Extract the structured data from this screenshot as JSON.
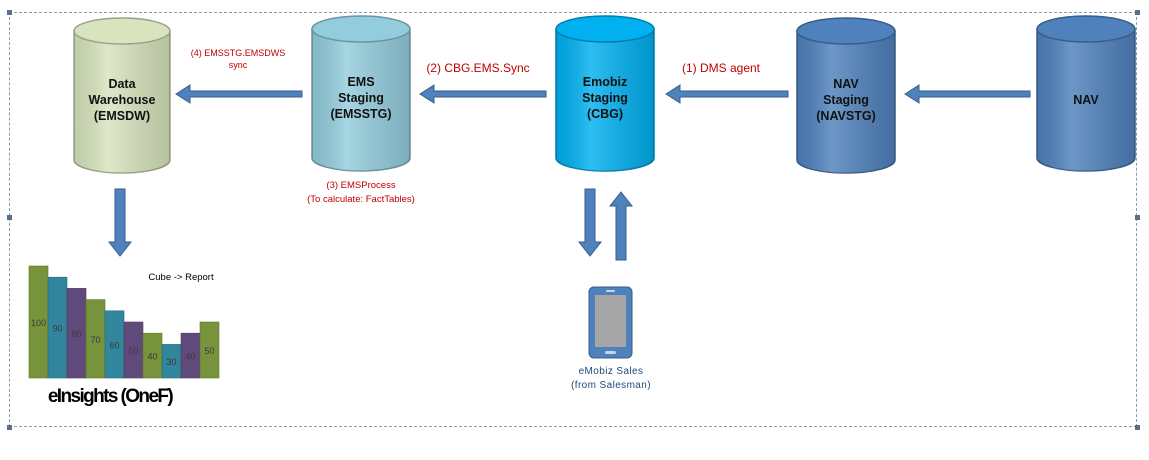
{
  "nodes": {
    "datawarehouse": {
      "lines": [
        "Data",
        "Warehouse",
        "(EMSDW)"
      ],
      "fill": "#d7e4bd"
    },
    "emsstaging": {
      "lines": [
        "EMS",
        "Staging",
        "(EMSSTG)"
      ],
      "fill": "#93cddd"
    },
    "emobiz": {
      "lines": [
        "Emobiz",
        "Staging",
        "(CBG)"
      ],
      "fill": "#00b0f0"
    },
    "navstaging": {
      "lines": [
        "NAV",
        "Staging",
        "(NAVSTG)"
      ],
      "fill": "#4f81bd"
    },
    "nav": {
      "lines": [
        "NAV"
      ],
      "fill": "#4f81bd"
    }
  },
  "labels": {
    "sync_emsdws": [
      "(4) EMSSTG.EMSDWS",
      "sync"
    ],
    "cbg_sync": "(2) CBG.EMS.Sync",
    "dms_agent": "(1) DMS agent",
    "ems_process": [
      "(3) EMSProcess",
      "(To calculate: FactTables)"
    ],
    "cube_report": "Cube -> Report",
    "insights_title": "eInsights (OneF)",
    "mobile_caption": [
      "eMobiz Sales",
      "(from Salesman)"
    ]
  },
  "colors": {
    "arrow": "#4f81bd",
    "arrow_stroke": "#385d8a",
    "label_red": "#c00000",
    "caption": "#1f497d",
    "bar_olive": "#77933c",
    "bar_teal": "#31859c",
    "bar_purple": "#604a7b"
  },
  "chart_data": {
    "type": "bar",
    "title": "",
    "categories": [
      "",
      "",
      "",
      "",
      "",
      "",
      "",
      "",
      "",
      ""
    ],
    "values": [
      100,
      90,
      80,
      70,
      60,
      50,
      40,
      30,
      40,
      50
    ],
    "value_labels": [
      "100",
      "90",
      "80",
      "70",
      "60",
      "50",
      "40",
      "30",
      "40",
      "50"
    ],
    "bar_colors": [
      "olive",
      "teal",
      "purple",
      "olive",
      "teal",
      "purple",
      "olive",
      "teal",
      "purple",
      "olive"
    ],
    "ylim": [
      0,
      100
    ]
  },
  "icons": {
    "mobile": "smartphone-icon"
  }
}
